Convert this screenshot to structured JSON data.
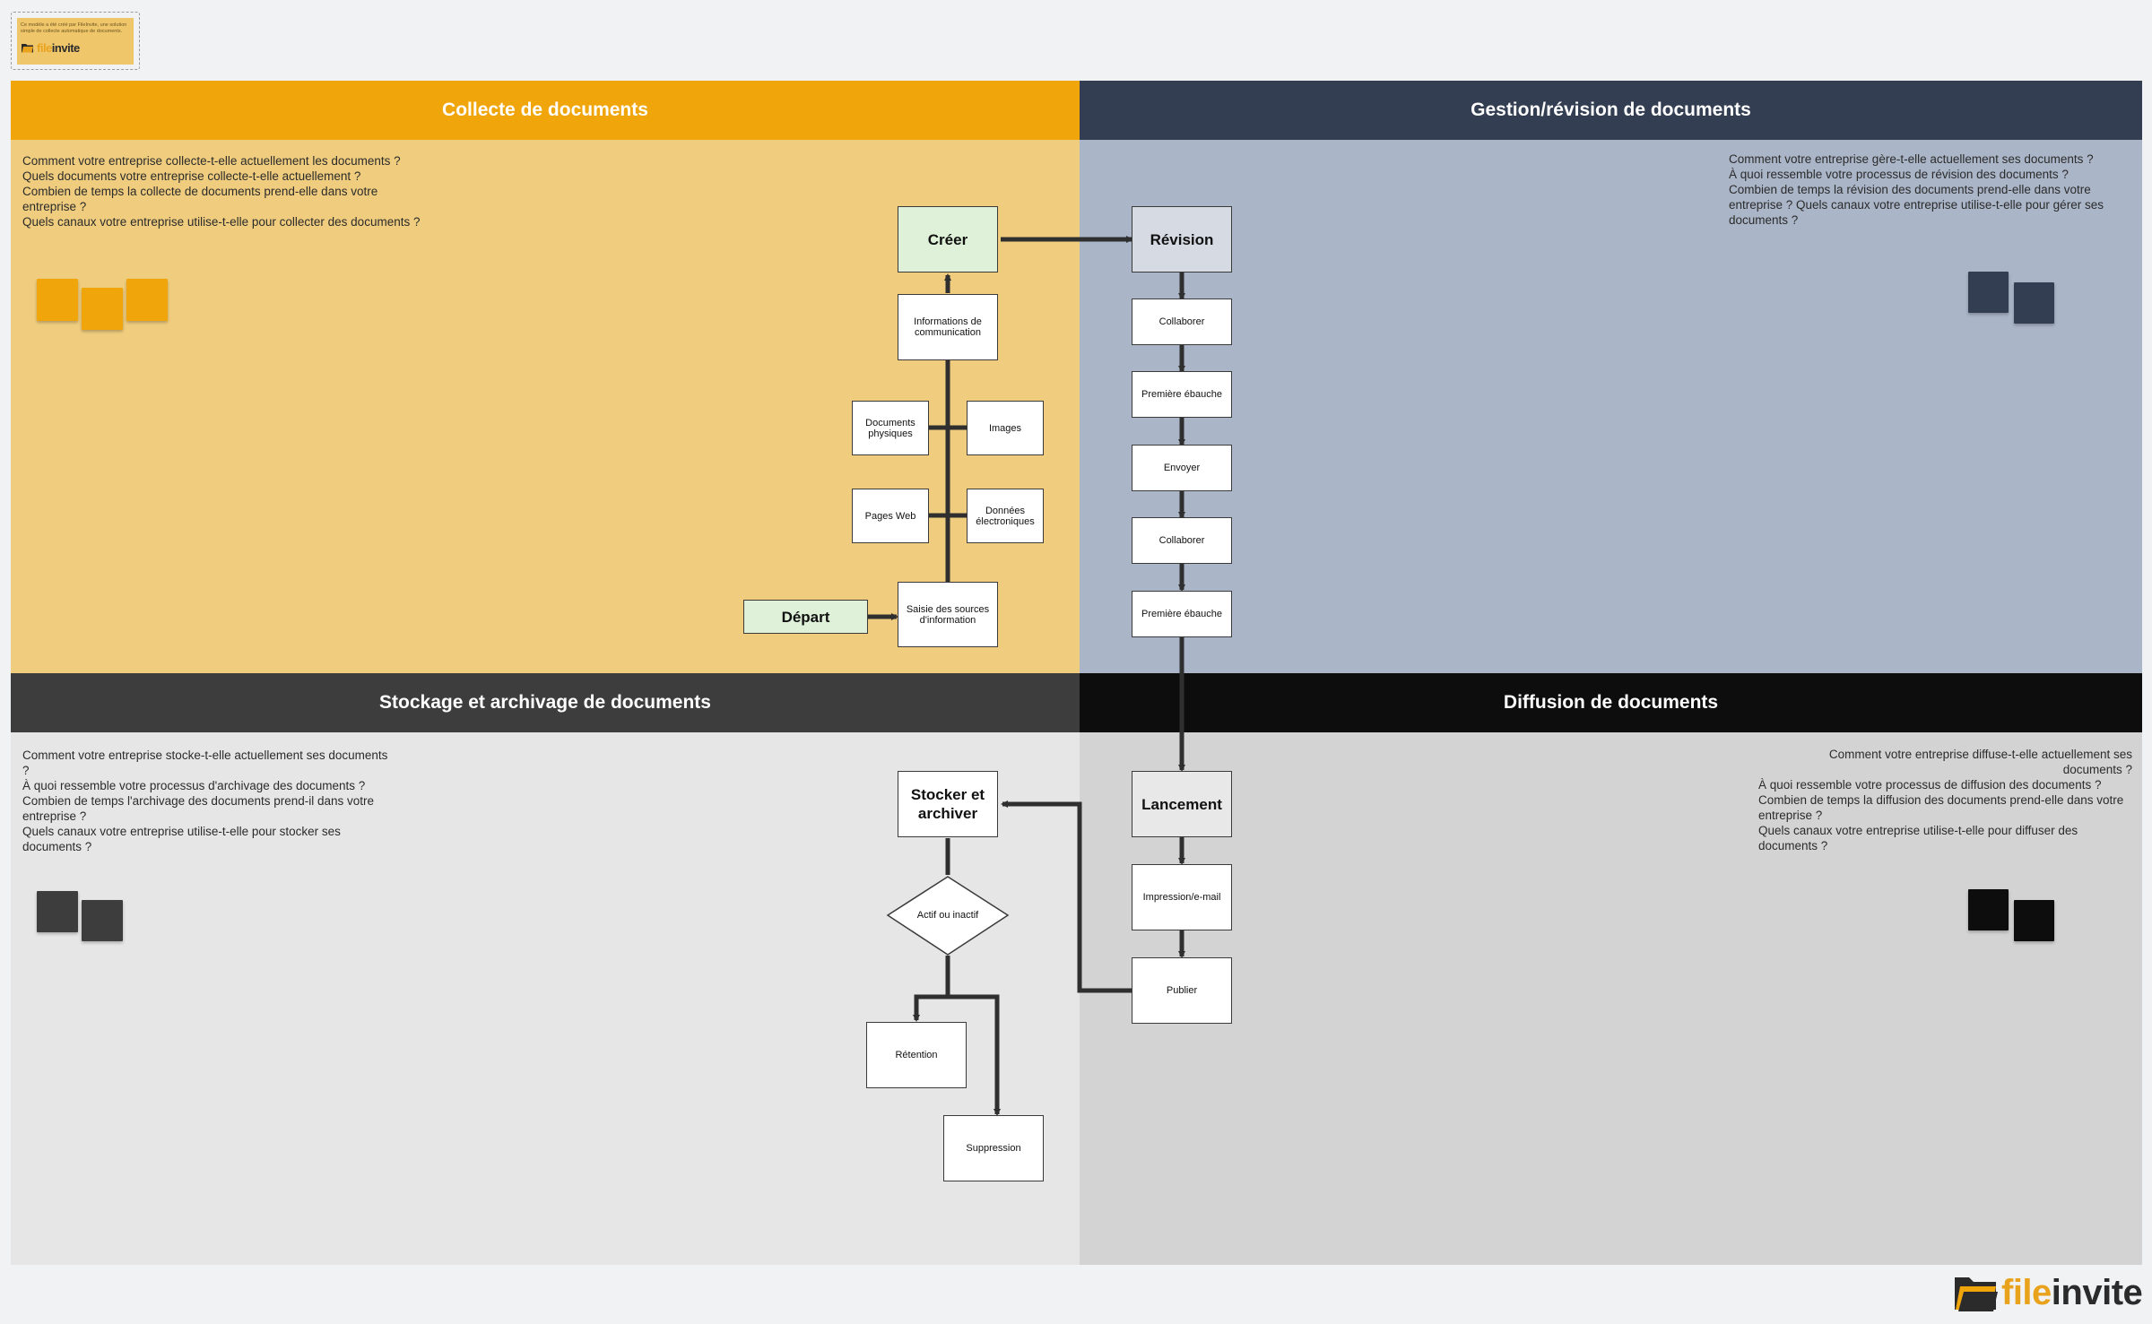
{
  "colors": {
    "collect_header": "#f0a50b",
    "collect_body": "#f0cd7e",
    "manage_header": "#333e52",
    "manage_body": "#aab5c7",
    "store_header": "#3d3d3d",
    "store_body": "#e6e6e6",
    "diffuse_header": "#0d0d0d",
    "diffuse_body": "#d3d3d3",
    "node_green": "#dff1d8",
    "node_grey": "#d5dae3"
  },
  "note": {
    "text": "Ce modèle a été créé par FileInvite, une solution simple de collecte automatique de documents.",
    "logo_file": "file",
    "logo_invite": "invite"
  },
  "footer_logo": {
    "file": "file",
    "invite": "invite"
  },
  "quadrants": {
    "collect": {
      "title": "Collecte de documents",
      "questions": "Comment votre entreprise collecte-t-elle actuellement les documents ?\nQuels documents votre entreprise collecte-t-elle actuellement ?\nCombien de temps la collecte de documents prend-elle dans votre entreprise ?\nQuels canaux votre entreprise utilise-t-elle pour collecter des documents ?"
    },
    "manage": {
      "title": "Gestion/révision de documents",
      "questions": " Comment votre entreprise gère-t-elle actuellement ses documents ?\nÀ quoi ressemble votre processus de révision des documents ?\nCombien de temps la révision des documents prend-elle dans votre entreprise ? Quels canaux votre entreprise utilise-t-elle pour gérer ses documents ?"
    },
    "store": {
      "title": "Stockage et archivage de documents",
      "questions": "Comment votre entreprise stocke-t-elle actuellement ses documents ?\nÀ quoi ressemble votre processus d'archivage des documents ?\nCombien de temps l'archivage des documents prend-il dans votre entreprise ?\nQuels canaux votre entreprise utilise-t-elle pour stocker ses documents ?"
    },
    "diffuse": {
      "title": "Diffusion de documents",
      "questions_line1": "Comment votre entreprise diffuse-t-elle actuellement ses documents ?",
      "questions": "À quoi ressemble votre processus de diffusion des documents ?\nCombien de temps la diffusion des documents prend-elle dans votre entreprise ?\nQuels canaux votre entreprise utilise-t-elle pour diffuser des documents ?"
    }
  },
  "nodes": {
    "creer": "Créer",
    "infos_comm": "Informations de communication",
    "docs_physiques": "Documents physiques",
    "images": "Images",
    "pages_web": "Pages Web",
    "donnees_elec": "Données électroniques",
    "saisie": "Saisie des sources d'information",
    "depart": "Départ",
    "revision": "Révision",
    "collaborer_1": "Collaborer",
    "premiere_ebauche_1": "Première ébauche",
    "envoyer": "Envoyer",
    "collaborer_2": "Collaborer",
    "premiere_ebauche_2": "Première ébauche",
    "lancement": "Lancement",
    "impression": "Impression/e-mail",
    "publier": "Publier",
    "stocker": "Stocker et archiver",
    "actif_inactif": "Actif ou inactif",
    "retention": "Rétention",
    "suppression": "Suppression"
  }
}
